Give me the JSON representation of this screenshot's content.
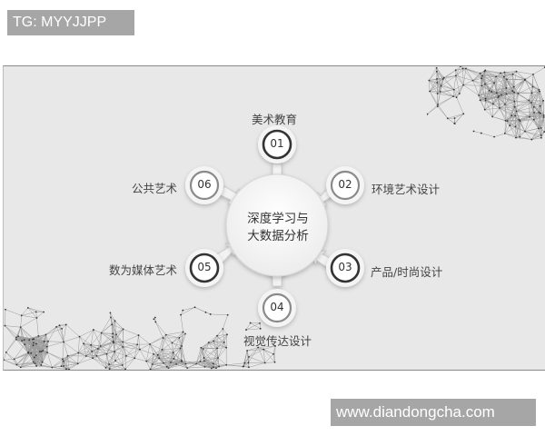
{
  "tag_text": "TG: MYYJJPP",
  "watermark_text": "www.diandongcha.com",
  "center": {
    "line1": "深度学习与",
    "line2": "大数据分析"
  },
  "nodes": [
    {
      "num": "01",
      "label": "美术教育"
    },
    {
      "num": "02",
      "label": "环境艺术设计"
    },
    {
      "num": "03",
      "label": "产品/时尚设计"
    },
    {
      "num": "04",
      "label": "视觉传达设计"
    },
    {
      "num": "05",
      "label": "数为媒体艺术"
    },
    {
      "num": "06",
      "label": "公共艺术"
    }
  ],
  "colors": {
    "slide_bg": "#e8e8e8",
    "banner_bg": "#a6a6a6",
    "ring_dark": "#333333"
  }
}
